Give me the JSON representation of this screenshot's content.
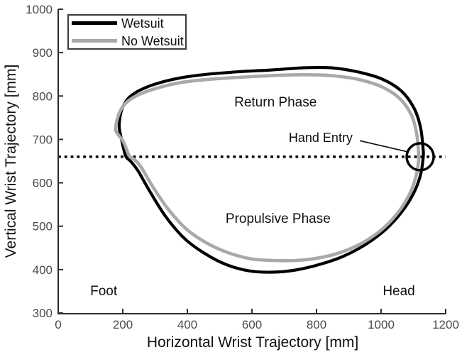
{
  "figure": {
    "title": "",
    "xlabel": "Horizontal Wrist Trajectory [mm]",
    "ylabel": "Vertical Wrist Trajectory [mm]"
  },
  "legend": {
    "items": [
      {
        "label": "Wetsuit",
        "color": "#000000"
      },
      {
        "label": "No Wetsuit",
        "color": "#a9a9a9"
      }
    ]
  },
  "colors": {
    "axis": "#2e2e2e",
    "tick_label": "#4a4a4a",
    "text": "#111111",
    "wetsuit": "#000000",
    "no_wetsuit": "#a9a9a9",
    "reference_line": "#000000"
  },
  "chart_data": {
    "type": "line",
    "title": "",
    "xlabel": "Horizontal Wrist Trajectory [mm]",
    "ylabel": "Vertical Wrist Trajectory [mm]",
    "xlim": [
      0,
      1200
    ],
    "ylim": [
      300,
      1000
    ],
    "xticks": [
      0,
      200,
      400,
      600,
      800,
      1000,
      1200
    ],
    "yticks": [
      300,
      400,
      500,
      600,
      700,
      800,
      900,
      1000
    ],
    "grid": false,
    "legend_position": "top-left",
    "series": [
      {
        "name": "Wetsuit",
        "color": "#000000",
        "width": 4.2,
        "closed": true,
        "points": [
          [
            189,
            735
          ],
          [
            193,
            758
          ],
          [
            202,
            778
          ],
          [
            220,
            797
          ],
          [
            252,
            813
          ],
          [
            302,
            828
          ],
          [
            380,
            842
          ],
          [
            460,
            850
          ],
          [
            560,
            856
          ],
          [
            660,
            860
          ],
          [
            760,
            865
          ],
          [
            845,
            865
          ],
          [
            925,
            856
          ],
          [
            1000,
            840
          ],
          [
            1062,
            812
          ],
          [
            1102,
            772
          ],
          [
            1122,
            728
          ],
          [
            1130,
            680
          ],
          [
            1130,
            655
          ],
          [
            1122,
            618
          ],
          [
            1102,
            578
          ],
          [
            1066,
            535
          ],
          [
            1016,
            494
          ],
          [
            954,
            459
          ],
          [
            884,
            431
          ],
          [
            810,
            412
          ],
          [
            735,
            399
          ],
          [
            662,
            394
          ],
          [
            592,
            397
          ],
          [
            522,
            411
          ],
          [
            454,
            437
          ],
          [
            392,
            471
          ],
          [
            334,
            521
          ],
          [
            284,
            580
          ],
          [
            247,
            628
          ],
          [
            224,
            650
          ],
          [
            209,
            662
          ],
          [
            196,
            700
          ],
          [
            190,
            722
          ]
        ]
      },
      {
        "name": "No Wetsuit",
        "color": "#a9a9a9",
        "width": 4.6,
        "closed": true,
        "points": [
          [
            178,
            722
          ],
          [
            182,
            744
          ],
          [
            191,
            764
          ],
          [
            208,
            783
          ],
          [
            238,
            799
          ],
          [
            292,
            815
          ],
          [
            372,
            830
          ],
          [
            460,
            838
          ],
          [
            560,
            843
          ],
          [
            660,
            847
          ],
          [
            760,
            849
          ],
          [
            845,
            847
          ],
          [
            925,
            839
          ],
          [
            1000,
            822
          ],
          [
            1058,
            794
          ],
          [
            1094,
            756
          ],
          [
            1110,
            714
          ],
          [
            1116,
            670
          ],
          [
            1116,
            650
          ],
          [
            1108,
            615
          ],
          [
            1090,
            577
          ],
          [
            1056,
            535
          ],
          [
            1008,
            496
          ],
          [
            948,
            464
          ],
          [
            880,
            441
          ],
          [
            808,
            427
          ],
          [
            736,
            421
          ],
          [
            666,
            421
          ],
          [
            596,
            425
          ],
          [
            526,
            439
          ],
          [
            458,
            462
          ],
          [
            396,
            494
          ],
          [
            340,
            540
          ],
          [
            292,
            592
          ],
          [
            257,
            636
          ],
          [
            234,
            655
          ],
          [
            220,
            662
          ],
          [
            203,
            693
          ],
          [
            185,
            712
          ]
        ]
      }
    ],
    "reference_line": {
      "y": 660,
      "style": "dotted",
      "color": "#000000"
    },
    "hand_entry_marker": {
      "x": 1121,
      "y": 660,
      "shape": "circle",
      "radius_px": 19
    },
    "annotations": [
      {
        "text": "Return Phase",
        "x": 673,
        "y": 787
      },
      {
        "text": "Propulsive Phase",
        "x": 681,
        "y": 519
      },
      {
        "text": "Hand Entry",
        "x": 813,
        "y": 706,
        "leader_from": [
          934,
          697
        ],
        "leader_to": [
          1079,
          672
        ]
      },
      {
        "text": "Foot",
        "x": 141,
        "y": 352
      },
      {
        "text": "Head",
        "x": 1055,
        "y": 352
      }
    ]
  }
}
